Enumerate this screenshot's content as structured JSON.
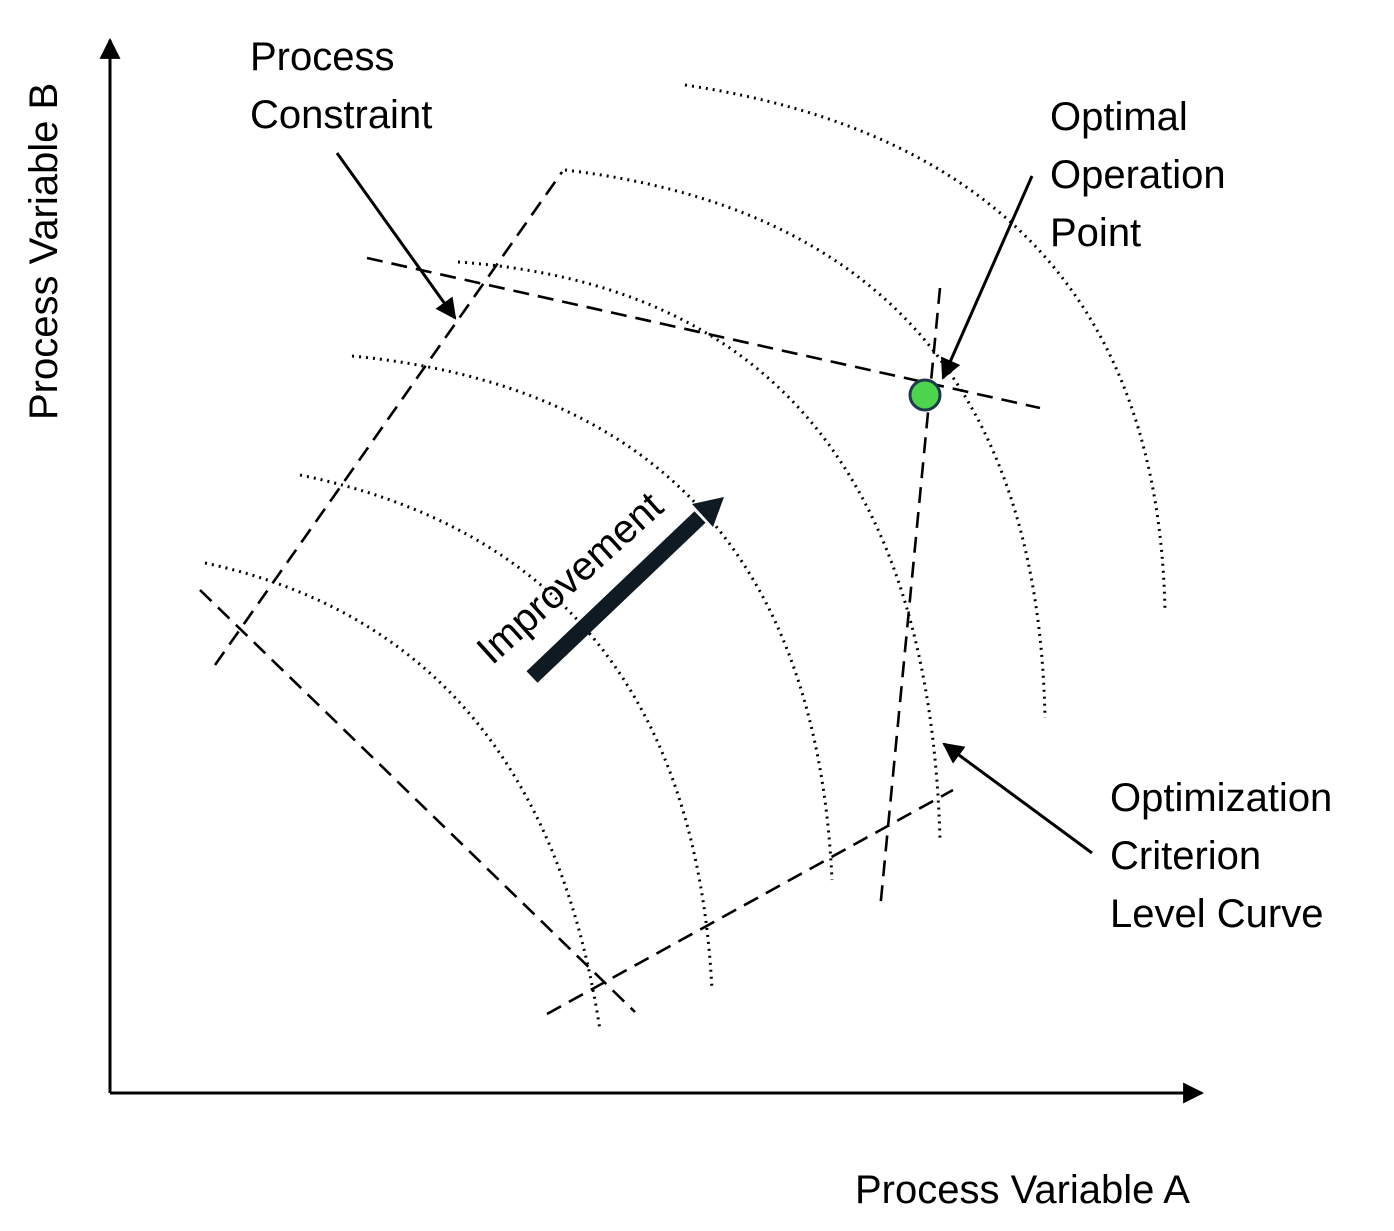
{
  "axes": {
    "x_label": "Process Variable A",
    "y_label": "Process Variable B"
  },
  "annotations": {
    "process_constraint": [
      "Process",
      "Constraint"
    ],
    "optimal_point": [
      "Optimal",
      "Operation",
      "Point"
    ],
    "level_curve": [
      "Optimization",
      "Criterion",
      "Level Curve"
    ],
    "improvement": "Improvement"
  },
  "colors": {
    "optimal_point_fill": "#4cd54c",
    "optimal_point_stroke": "#1f3a4d",
    "improvement_arrow": "#0f1a22"
  }
}
